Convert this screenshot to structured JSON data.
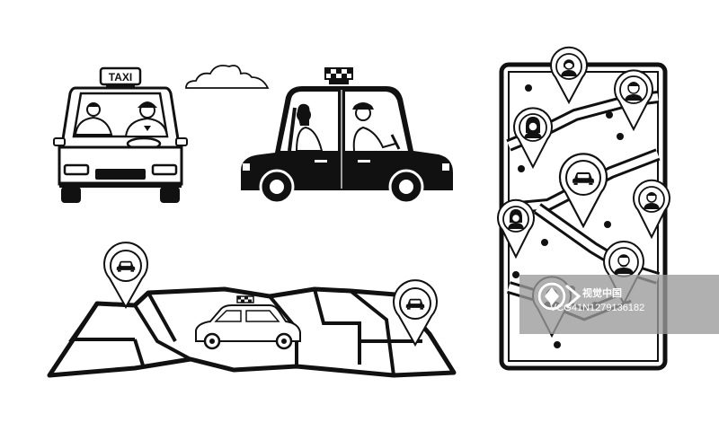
{
  "illustration": {
    "taxi_sign_front": "TAXI",
    "watermark_text": "视觉中国",
    "watermark_id": "VCG41N1279136182"
  },
  "colors": {
    "ink": "#111111",
    "paper": "#ffffff",
    "watermark": "#9a9a9a"
  },
  "icons": [
    "taxi-front-icon",
    "taxi-side-icon",
    "cloud-icon",
    "map-route-icon",
    "location-pin-icon",
    "smartphone-map-icon",
    "person-avatar-icon",
    "car-icon"
  ]
}
